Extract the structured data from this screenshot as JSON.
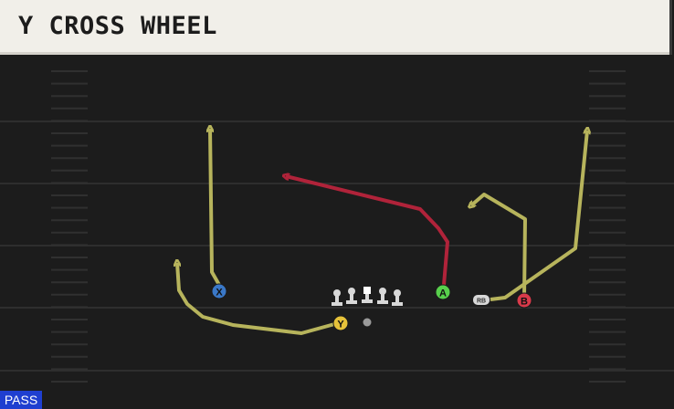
{
  "play": {
    "title": "Y CROSS WHEEL",
    "badge": "PASS"
  },
  "players": {
    "x": "X",
    "y": "Y",
    "a": "A",
    "b": "B",
    "rb": "RB"
  },
  "colors": {
    "route_primary": "#b7b45c",
    "route_read": "#b0233a",
    "x_player": "#3a78c8",
    "y_player": "#e6c23a",
    "a_player": "#58d04c",
    "b_player": "#d93a4a",
    "badge": "#1f3fd0"
  }
}
